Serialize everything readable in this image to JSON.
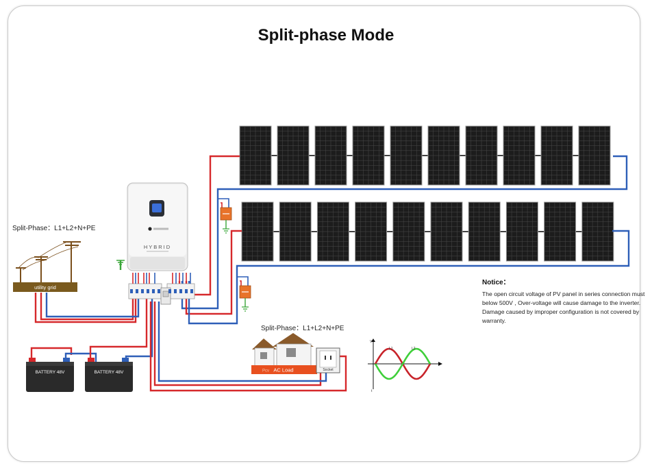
{
  "title": "Split-phase Mode",
  "grid_label": "Split-Phase：L1+L2+N+PE",
  "load_label": "Split-Phase：L1+L2+N+PE",
  "utility_grid": "utility grid",
  "battery_1": "BATTERY 48V",
  "battery_2": "BATTERY 48V",
  "inverter_brand": "HYBRID",
  "ac_load": "AC Load",
  "socket_label": "Socket",
  "waveform": {
    "phase_1": "L1",
    "phase_2": "L2",
    "axis_v": "V",
    "axis_t": "t"
  },
  "notice": {
    "title": "Notice：",
    "body": "The open circuit voltage of PV panel in series connection must below 500V , Over-voltage will cause damage to the inverter. Damage caused by improper configuration is not covered by warranty."
  },
  "colors": {
    "positive_wire": "#d6282b",
    "negative_wire": "#2e5fb8",
    "ground_wire": "#3aa639",
    "breaker": "#e8732a",
    "pole": "#7a4f1c",
    "panel": "#1c1c1c"
  }
}
